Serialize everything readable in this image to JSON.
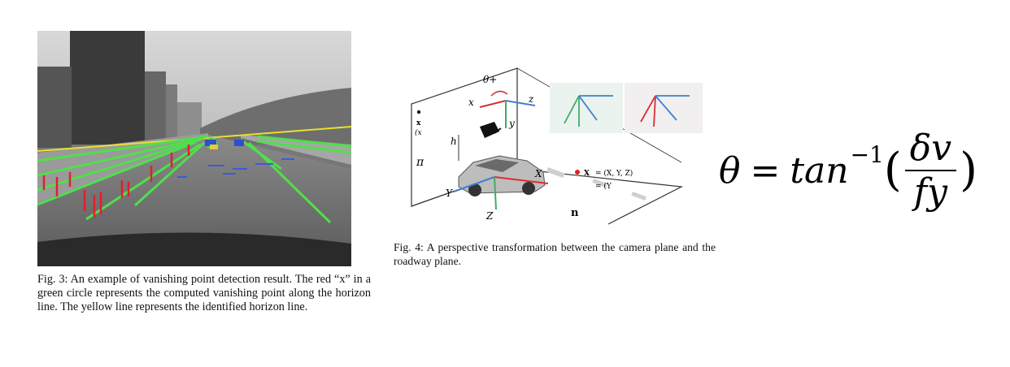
{
  "figure3": {
    "caption": "Fig. 3:  An example of vanishing point detection result. The red “x” in a green circle represents the computed vanishing point along the horizon line. The yellow line represents the identified horizon line."
  },
  "figure4": {
    "caption": "Fig. 4:  A perspective transformation between the camera plane and the roadway plane.",
    "labels": {
      "theta_plus": "θ+",
      "xc": "x",
      "zc": "z",
      "yc": "y",
      "hc": "h",
      "xcam": "x",
      "xcam_paren": "(x",
      "pi": "π",
      "yr": "Y",
      "zr": "Z",
      "xr": "X",
      "xw": "X",
      "xw_eq1": "= (X, Y, Z)",
      "xw_eq2": "= (Y",
      "n": "n"
    }
  },
  "equation": {
    "lhs": "θ",
    "eq": "=",
    "fn": "tan",
    "sup": "−1",
    "numerator": "δv",
    "denominator": "fy"
  },
  "colors": {
    "green_lines": "#4fe04a",
    "red_marks": "#e0202a",
    "yellow_line": "#e8e030",
    "blue_marks": "#3b5bd8",
    "axis_blue": "#3f7fd0",
    "axis_green": "#3fae6a",
    "axis_red": "#d83030"
  }
}
